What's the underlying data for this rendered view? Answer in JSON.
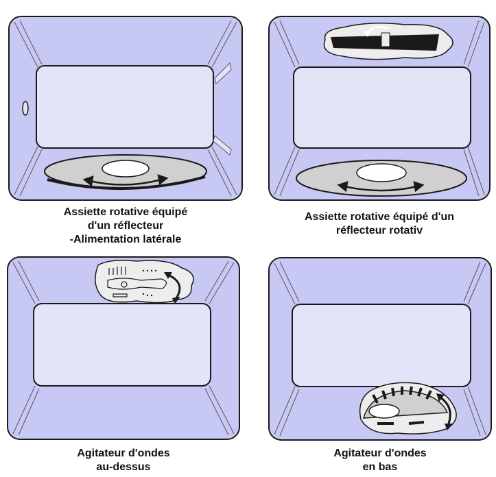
{
  "colors": {
    "cavity": "#c8c8f5",
    "window": "#e4e4f8",
    "outline": "#1a1a1a",
    "turntable": "#d0d0d0",
    "cutaway": "#ededed"
  },
  "panels": [
    {
      "caption_lines": [
        "Assiette rotative équipé",
        "d'un réflecteur",
        "-Alimentation latérale"
      ]
    },
    {
      "caption_lines": [
        "Assiette rotative équipé d'un",
        "réflecteur rotativ"
      ]
    },
    {
      "caption_lines": [
        "Agitateur d'ondes",
        "au-dessus"
      ]
    },
    {
      "caption_lines": [
        "Agitateur d'ondes",
        "en bas"
      ]
    }
  ]
}
